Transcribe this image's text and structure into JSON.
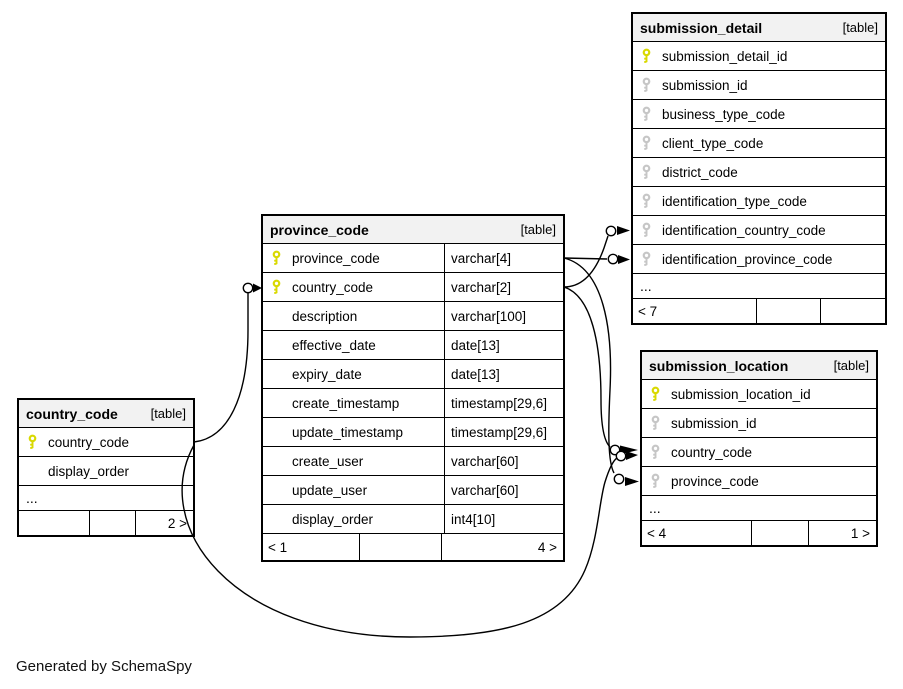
{
  "page": {
    "footer_note": "Generated by SchemaSpy"
  },
  "colors": {
    "primary_key": "#d9d900",
    "foreign_key": "#c6c6c6",
    "header_bg": "#f2f2f2",
    "border": "#000000",
    "background": "#ffffff"
  },
  "tables": {
    "submission_detail": {
      "name": "submission_detail",
      "type_label": "[table]",
      "columns": [
        {
          "name": "submission_detail_id",
          "key": "primary"
        },
        {
          "name": "submission_id",
          "key": "foreign"
        },
        {
          "name": "business_type_code",
          "key": "foreign"
        },
        {
          "name": "client_type_code",
          "key": "foreign"
        },
        {
          "name": "district_code",
          "key": "foreign"
        },
        {
          "name": "identification_type_code",
          "key": "foreign"
        },
        {
          "name": "identification_country_code",
          "key": "foreign"
        },
        {
          "name": "identification_province_code",
          "key": "foreign"
        }
      ],
      "more_columns": "...",
      "footer": {
        "left": "< 7",
        "middle": "",
        "right": ""
      }
    },
    "province_code": {
      "name": "province_code",
      "type_label": "[table]",
      "columns": [
        {
          "name": "province_code",
          "type": "varchar[4]",
          "key": "primary"
        },
        {
          "name": "country_code",
          "type": "varchar[2]",
          "key": "primary"
        },
        {
          "name": "description",
          "type": "varchar[100]",
          "key": ""
        },
        {
          "name": "effective_date",
          "type": "date[13]",
          "key": ""
        },
        {
          "name": "expiry_date",
          "type": "date[13]",
          "key": ""
        },
        {
          "name": "create_timestamp",
          "type": "timestamp[29,6]",
          "key": ""
        },
        {
          "name": "update_timestamp",
          "type": "timestamp[29,6]",
          "key": ""
        },
        {
          "name": "create_user",
          "type": "varchar[60]",
          "key": ""
        },
        {
          "name": "update_user",
          "type": "varchar[60]",
          "key": ""
        },
        {
          "name": "display_order",
          "type": "int4[10]",
          "key": ""
        }
      ],
      "footer": {
        "left": "< 1",
        "middle": "",
        "right": "4 >"
      }
    },
    "country_code": {
      "name": "country_code",
      "type_label": "[table]",
      "columns": [
        {
          "name": "country_code",
          "key": "primary"
        },
        {
          "name": "display_order",
          "key": ""
        }
      ],
      "more_columns": "...",
      "footer": {
        "left": "",
        "middle": "",
        "right": "2 >"
      }
    },
    "submission_location": {
      "name": "submission_location",
      "type_label": "[table]",
      "columns": [
        {
          "name": "submission_location_id",
          "key": "primary"
        },
        {
          "name": "submission_id",
          "key": "foreign"
        },
        {
          "name": "country_code",
          "key": "foreign"
        },
        {
          "name": "province_code",
          "key": "foreign"
        }
      ],
      "more_columns": "...",
      "footer": {
        "left": "< 4",
        "middle": "",
        "right": "1 >"
      }
    }
  },
  "relationships": [
    {
      "parent": "country_code.country_code",
      "child": "province_code.country_code"
    },
    {
      "parent": "country_code.country_code",
      "child": "submission_location.country_code"
    },
    {
      "parent": "province_code.province_code",
      "child": "submission_detail.identification_province_code"
    },
    {
      "parent": "province_code.country_code",
      "child": "submission_detail.identification_country_code"
    },
    {
      "parent": "province_code.province_code",
      "child": "submission_location.province_code"
    },
    {
      "parent": "province_code.country_code",
      "child": "submission_location.country_code"
    }
  ]
}
